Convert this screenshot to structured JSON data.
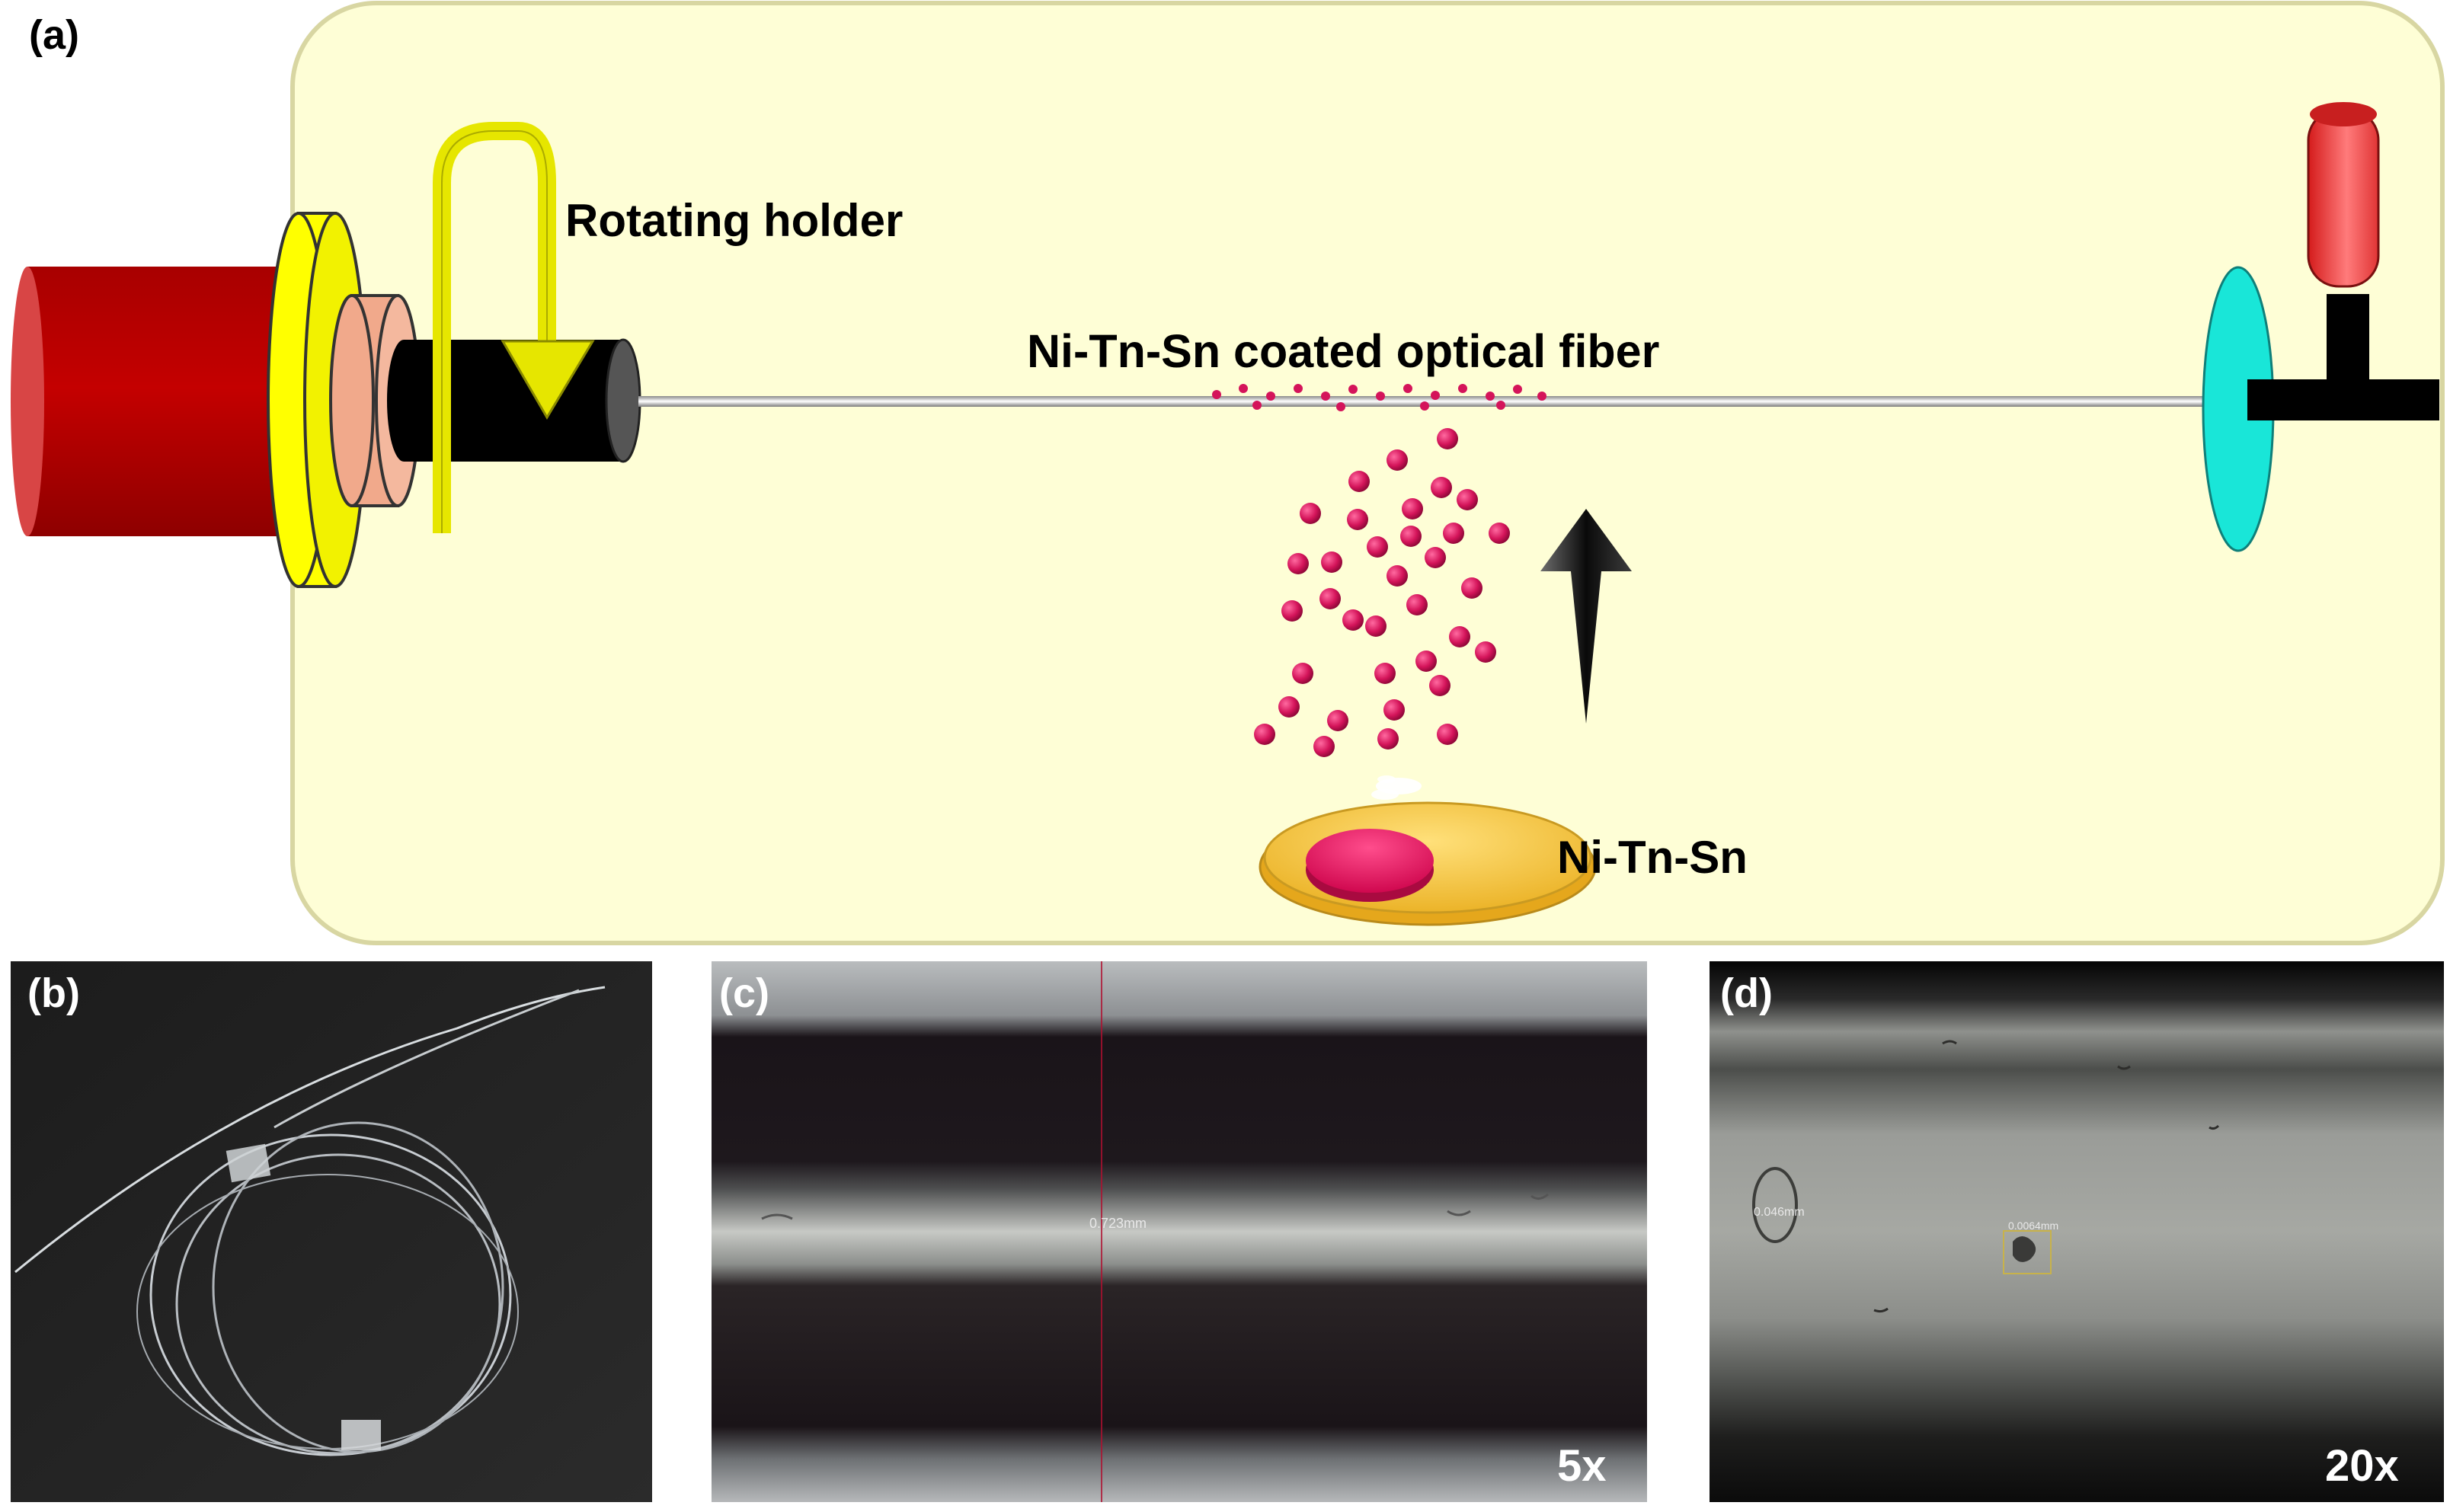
{
  "panels": {
    "a": {
      "label": "(a)"
    },
    "b": {
      "label": "(b)"
    },
    "c": {
      "label": "(c)",
      "magnification": "5x",
      "measurement": "0.723mm"
    },
    "d": {
      "label": "(d)",
      "magnification": "20x",
      "measurement_left": "0.046mm",
      "measurement_center": "0.0064mm"
    }
  },
  "schematic": {
    "rotating_holder": "Rotating holder",
    "fiber_label": "Ni-Tn-Sn coated optical fiber",
    "target_label": "Ni-Tn-Sn"
  },
  "colors": {
    "chamber_fill": "#fefed6",
    "chamber_stroke": "#d8d6a2",
    "motor_red": "#c00000",
    "flange_yellow": "#ffff00",
    "collar_salmon": "#f1a98b",
    "rotator_black": "#000000",
    "holder_arrow": "#e6e600",
    "particle": "#d4145a",
    "clamp_cyan": "#19e6d8",
    "stopper_red": "#e32b2b",
    "dish_gold": "#f3c232",
    "target_magenta": "#e5105b"
  },
  "icons": [
    "rotating-holder-arrow-icon",
    "deposition-direction-arrow-icon"
  ]
}
